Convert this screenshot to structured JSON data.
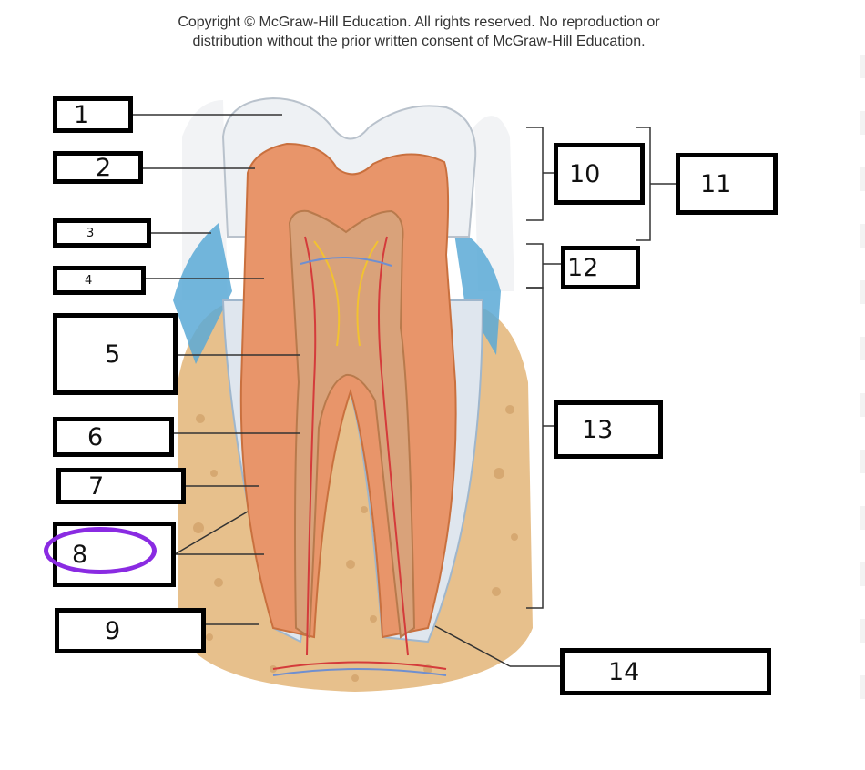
{
  "copyright": {
    "line1": "Copyright © McGraw-Hill Education.  All rights reserved. No reproduction or",
    "line2": "distribution without the prior written consent of  McGraw-Hill Education."
  },
  "labels": [
    "1",
    "2",
    "3",
    "4",
    "5",
    "6",
    "7",
    "8",
    "9",
    "10",
    "11",
    "12",
    "13",
    "14"
  ],
  "highlight": {
    "target_label": "8",
    "color": "#8a2be2"
  },
  "colors": {
    "enamel": "#eef1f4",
    "dentin": "#e8956a",
    "pulp": "#d9a27a",
    "bone": "#e7c08c",
    "gingiva": "#5aa9d6",
    "ligament": "#dfe6ee"
  }
}
